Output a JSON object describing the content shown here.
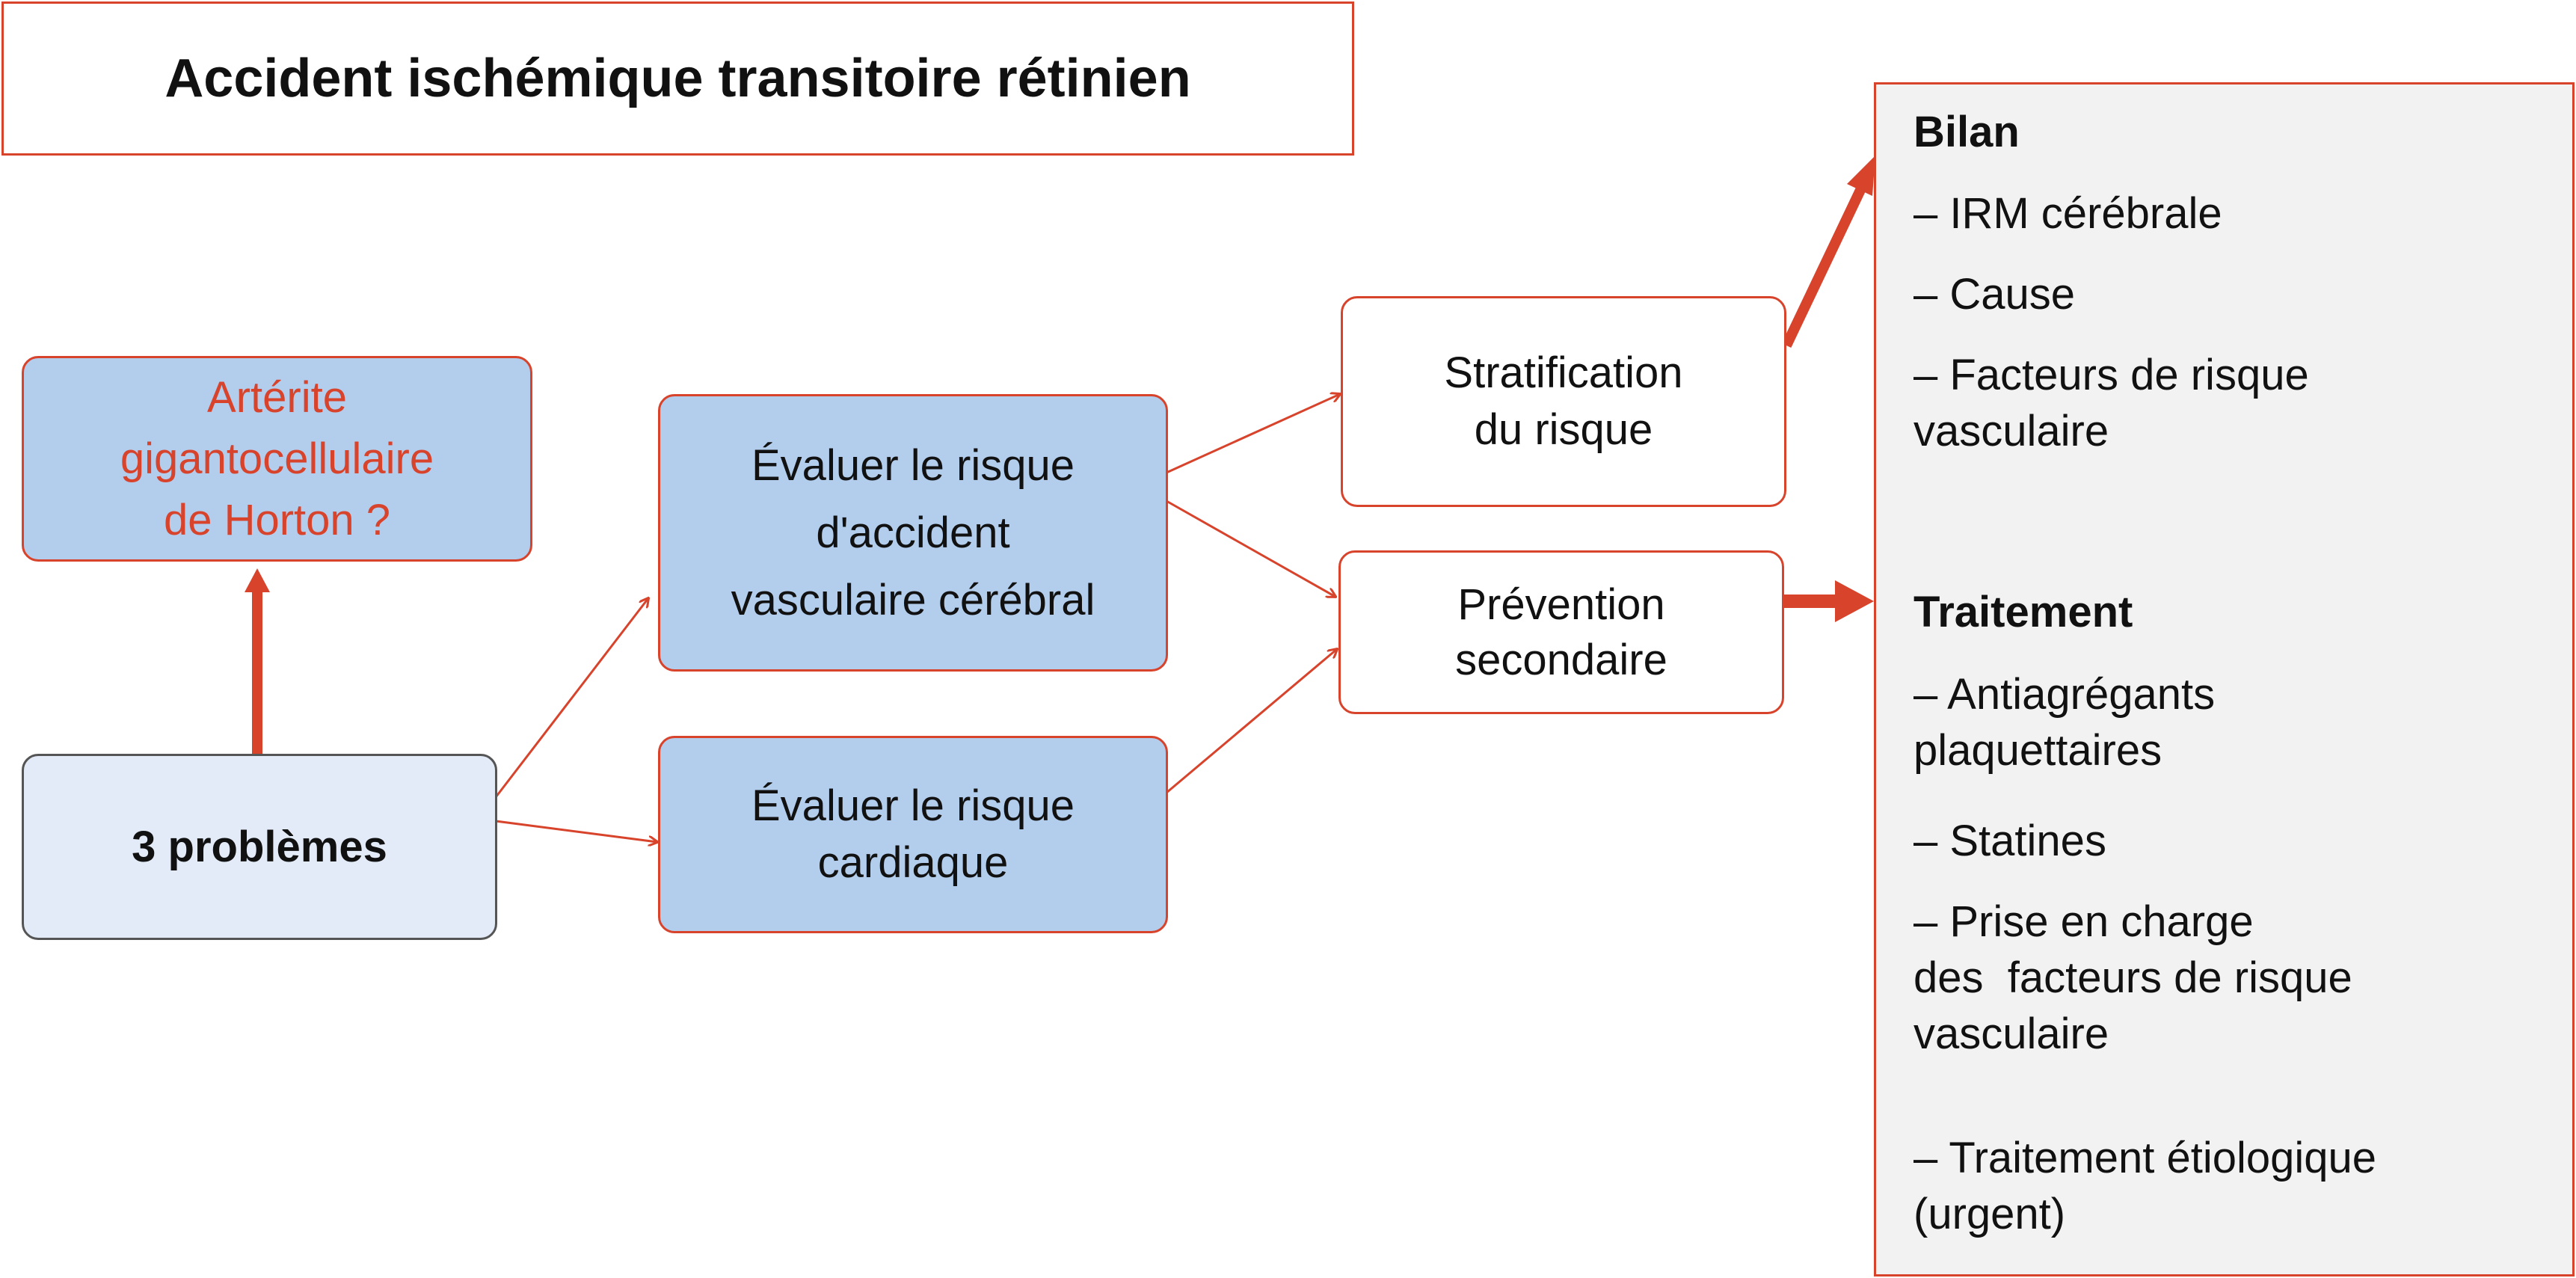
{
  "title": "Accident ischémique transitoire rétinien",
  "colors": {
    "accent": "#d8432c",
    "node_blue": "#b3cdec",
    "node_pale": "#e2ebf7",
    "panel_bg": "#f2f2f2"
  },
  "nodes": {
    "horton": {
      "lines": [
        "Artérite",
        "gigantocellulaire",
        "de Horton ?"
      ]
    },
    "problems": {
      "label": "3 problèmes"
    },
    "avc": {
      "lines": [
        "Évaluer le risque",
        "d'accident",
        "vasculaire cérébral"
      ]
    },
    "cardiac": {
      "lines": [
        "Évaluer le risque",
        "cardiaque"
      ]
    },
    "stratification": {
      "lines": [
        "Stratification",
        "du risque"
      ]
    },
    "prevention": {
      "lines": [
        "Prévention",
        "secondaire"
      ]
    }
  },
  "panel": {
    "bilan": {
      "heading": "Bilan",
      "items": [
        [
          "– IRM cérébrale"
        ],
        [
          "– Cause"
        ],
        [
          "– Facteurs de risque",
          "vasculaire"
        ]
      ]
    },
    "traitement": {
      "heading": "Traitement",
      "items": [
        [
          "– Antiagrégants",
          "plaquettaires"
        ],
        [
          "– Statines"
        ],
        [
          "– Prise en charge",
          "des  facteurs de risque",
          "vasculaire"
        ],
        [
          "– Traitement étiologique",
          "(urgent)"
        ]
      ]
    }
  }
}
